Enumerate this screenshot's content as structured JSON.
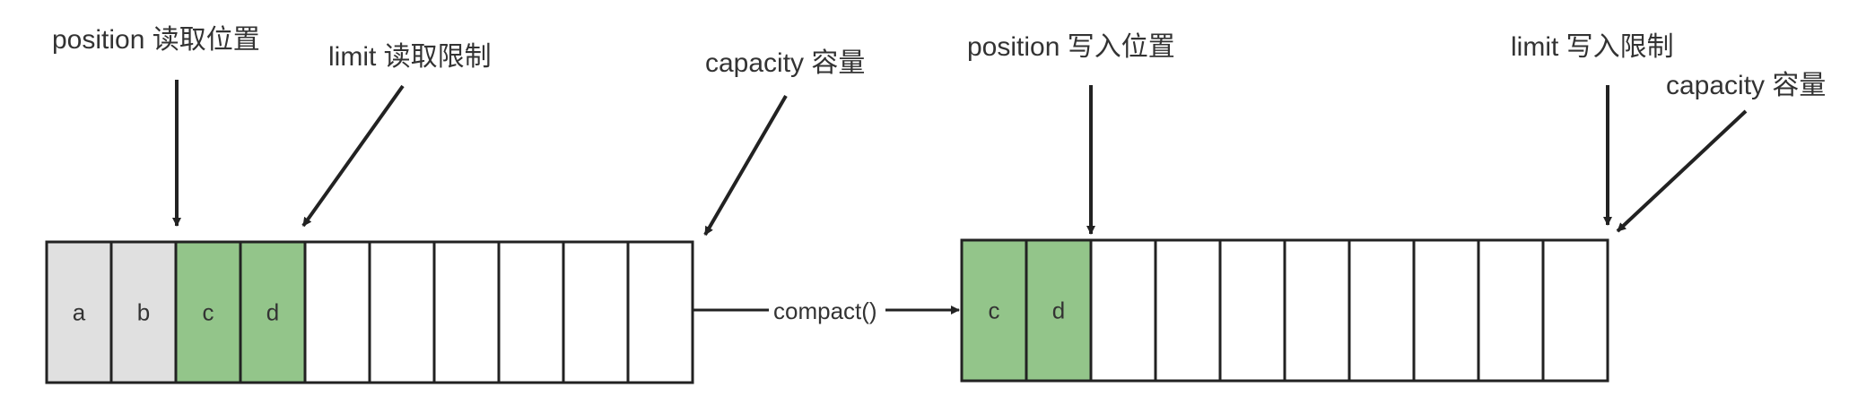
{
  "before": {
    "labels": {
      "position": "position 读取位置",
      "limit": "limit 读取限制",
      "capacity": "capacity 容量"
    },
    "cells": [
      {
        "text": "a",
        "state": "read"
      },
      {
        "text": "b",
        "state": "read"
      },
      {
        "text": "c",
        "state": "data"
      },
      {
        "text": "d",
        "state": "data"
      },
      {
        "text": "",
        "state": "empty"
      },
      {
        "text": "",
        "state": "empty"
      },
      {
        "text": "",
        "state": "empty"
      },
      {
        "text": "",
        "state": "empty"
      },
      {
        "text": "",
        "state": "empty"
      },
      {
        "text": "",
        "state": "empty"
      }
    ]
  },
  "operation": {
    "label": "compact()"
  },
  "after": {
    "labels": {
      "position": "position 写入位置",
      "limit": "limit 写入限制",
      "capacity": "capacity 容量"
    },
    "cells": [
      {
        "text": "c",
        "state": "data"
      },
      {
        "text": "d",
        "state": "data"
      },
      {
        "text": "",
        "state": "empty"
      },
      {
        "text": "",
        "state": "empty"
      },
      {
        "text": "",
        "state": "empty"
      },
      {
        "text": "",
        "state": "empty"
      },
      {
        "text": "",
        "state": "empty"
      },
      {
        "text": "",
        "state": "empty"
      },
      {
        "text": "",
        "state": "empty"
      },
      {
        "text": "",
        "state": "empty"
      }
    ]
  },
  "colors": {
    "read": "#e0e0e0",
    "data": "#93c58a",
    "empty": "#ffffff",
    "stroke": "#222222",
    "text": "#333333"
  }
}
